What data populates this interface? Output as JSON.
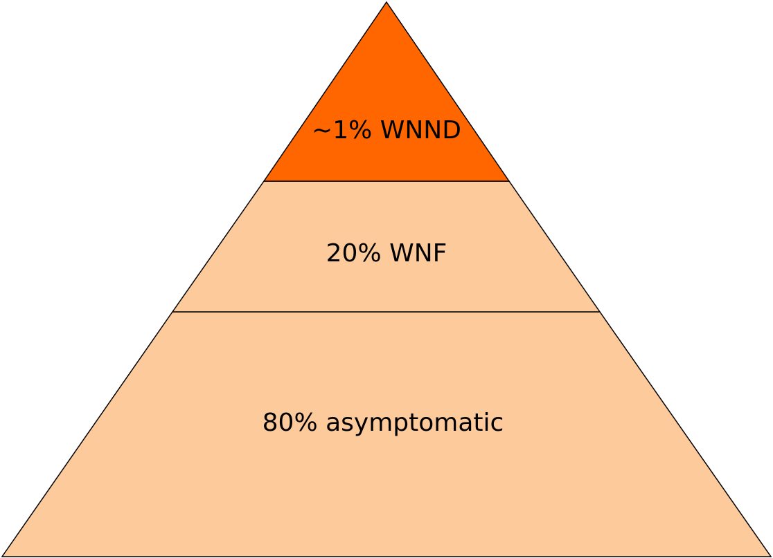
{
  "diagram": {
    "type": "pyramid",
    "tiers": [
      {
        "label": "~1% WNND",
        "color": "#ff6600"
      },
      {
        "label": "20% WNF",
        "color": "#fdca9b"
      },
      {
        "label": "80% asymptomatic",
        "color": "#fdca9b"
      }
    ],
    "stroke_color": "#000000"
  }
}
